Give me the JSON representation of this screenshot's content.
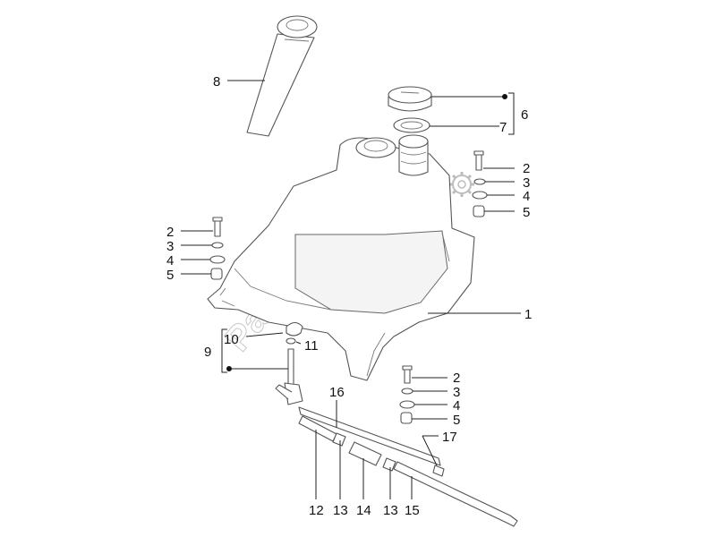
{
  "watermark": "PartsRepublik",
  "callouts": {
    "c1": "1",
    "c2a": "2",
    "c3a": "3",
    "c4a": "4",
    "c5a": "5",
    "c2b": "2",
    "c3b": "3",
    "c4b": "4",
    "c5b": "5",
    "c2c": "2",
    "c3c": "3",
    "c4c": "4",
    "c5c": "5",
    "c6": "6",
    "c7": "7",
    "c8": "8",
    "c9": "9",
    "c10": "10",
    "c11": "11",
    "c12": "12",
    "c13a": "13",
    "c13b": "13",
    "c14": "14",
    "c15": "15",
    "c16": "16",
    "c17": "17"
  },
  "colors": {
    "line": "#555555",
    "label": "#111111",
    "watermark": "#c8c8c8"
  }
}
